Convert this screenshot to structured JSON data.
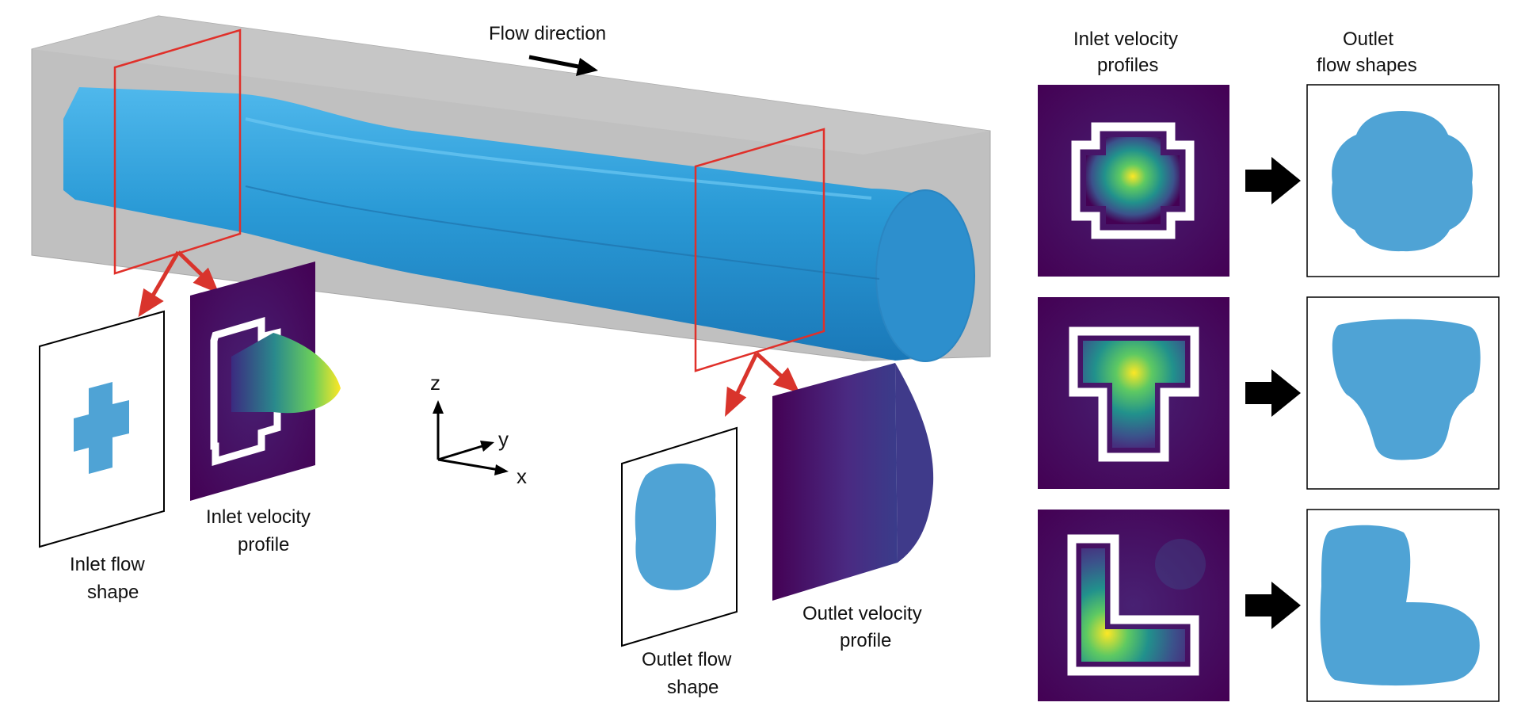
{
  "labels": {
    "flow_direction": "Flow direction",
    "inlet_flow_shape": [
      "Inlet flow",
      "shape"
    ],
    "inlet_velocity_profile": [
      "Inlet velocity",
      "profile"
    ],
    "outlet_flow_shape": [
      "Outlet flow",
      "shape"
    ],
    "outlet_velocity_profile": [
      "Outlet velocity",
      "profile"
    ],
    "inlet_profiles_header": [
      "Inlet velocity",
      "profiles"
    ],
    "outlet_shapes_header": [
      "Outlet",
      "flow shapes"
    ]
  },
  "axes": {
    "z": "z",
    "y": "y",
    "x": "x"
  },
  "examples": [
    {
      "inlet_shape": "cross",
      "outlet_shape": "rounded-cross-blob"
    },
    {
      "inlet_shape": "T",
      "outlet_shape": "T-blob"
    },
    {
      "inlet_shape": "L",
      "outlet_shape": "L-blob"
    }
  ],
  "colors": {
    "fluid": "#4fa3d5",
    "jet": "#2e9fd9",
    "channel": "#bdbdbd",
    "section_plane": "#e0302a",
    "viridis_low": "#440154",
    "viridis_high": "#fde725",
    "arrow": "#000000"
  }
}
